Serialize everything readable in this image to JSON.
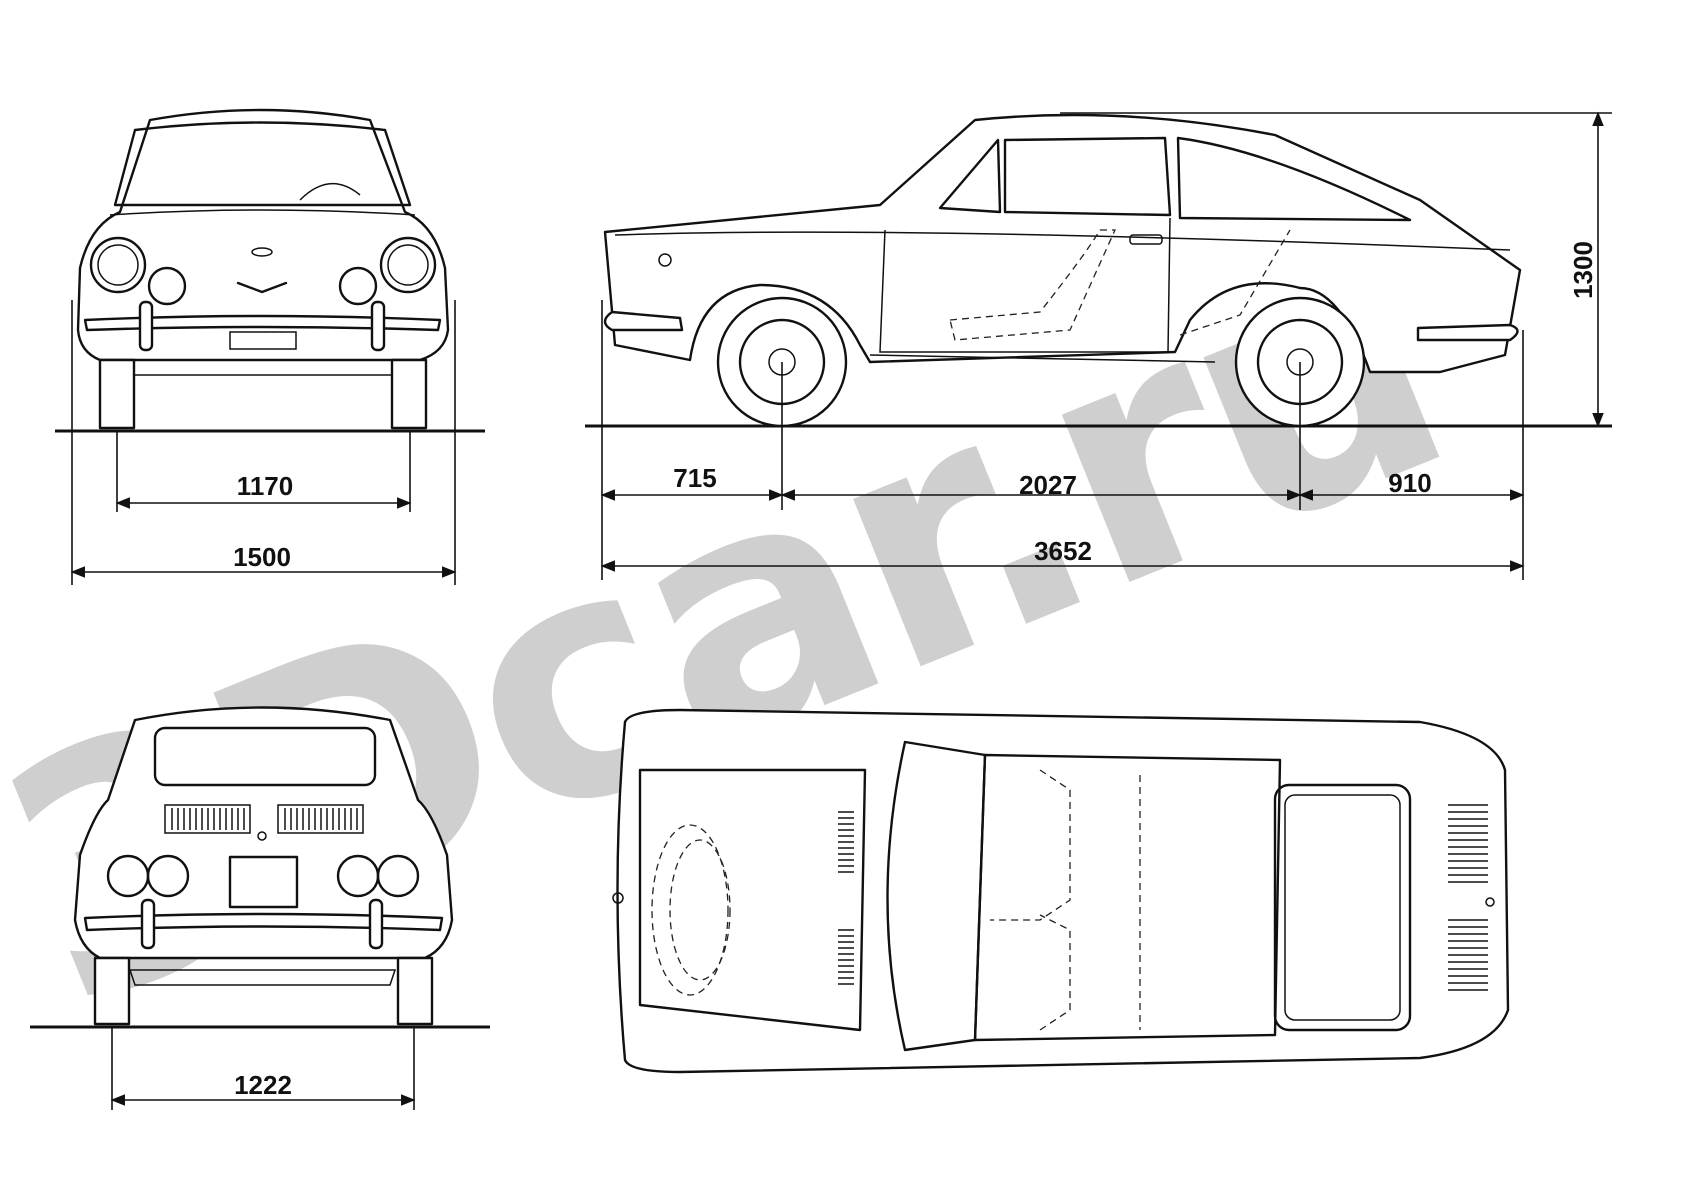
{
  "watermark": {
    "text": "3Dcar.ru"
  },
  "views": {
    "front": {
      "dims": {
        "track": "1170",
        "width": "1500"
      }
    },
    "side": {
      "dims": {
        "front_overhang": "715",
        "wheelbase": "2027",
        "rear_overhang": "910",
        "length": "3652",
        "height": "1300"
      }
    },
    "rear": {
      "dims": {
        "track": "1222"
      }
    },
    "top": {}
  }
}
